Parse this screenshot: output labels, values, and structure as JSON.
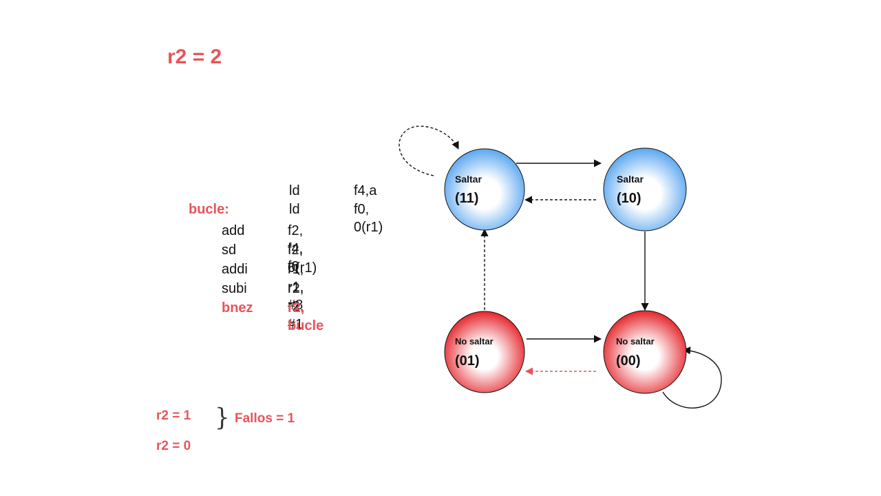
{
  "title": "r2 = 2",
  "code": {
    "line1": {
      "label": "",
      "op": "ld",
      "args": "f4,a"
    },
    "line2": {
      "label": "bucle:",
      "op": "ld",
      "args": "f0, 0(r1)"
    },
    "line3": {
      "op": "add",
      "args": "f2, f4, f0"
    },
    "line4": {
      "op": "sd",
      "args": "f2, 0(r1)"
    },
    "line5": {
      "op": "addi",
      "args": "r1, r1, #8"
    },
    "line6": {
      "op": "subi",
      "args": "r2, r2, #1"
    },
    "line7": {
      "op": "bnez",
      "args": "r2, bucle"
    }
  },
  "states": [
    {
      "name": "Saltar",
      "code": "(11)",
      "color": "#5aa6f0"
    },
    {
      "name": "Saltar",
      "code": "(10)",
      "color": "#5aa6f0"
    },
    {
      "name": "No saltar",
      "code": "(01)",
      "color": "#e4262c"
    },
    {
      "name": "No saltar",
      "code": "(00)",
      "color": "#e4262c"
    }
  ],
  "bottom": {
    "r2_1": "r2 = 1",
    "r2_0": "r2 = 0",
    "fallos": "Fallos = 1"
  },
  "colors": {
    "accent": "#e8545a",
    "taken_state": "#5aa6f0",
    "not_taken_state": "#e4262c"
  }
}
